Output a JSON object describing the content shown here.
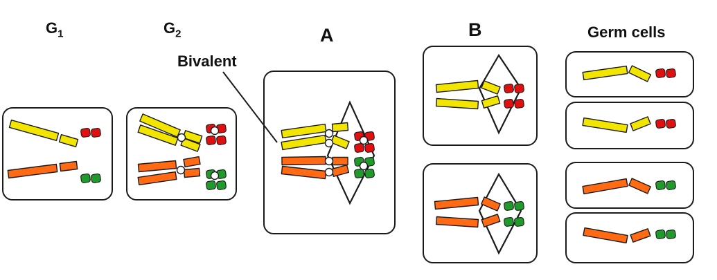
{
  "labels": {
    "g1": {
      "main": "G",
      "sub": "1"
    },
    "g2": {
      "main": "G",
      "sub": "2"
    },
    "a": "A",
    "b": "B",
    "germ": "Germ cells",
    "bivalent": "Bivalent"
  },
  "colors": {
    "yellow": "#f2e600",
    "orange": "#ff6a13",
    "red": "#e01010",
    "green": "#1f9a2b",
    "outline": "#1a1a1a",
    "centromere": "#ffffff"
  }
}
